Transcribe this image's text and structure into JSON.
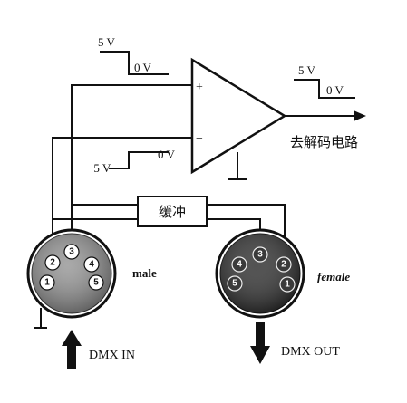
{
  "signals": {
    "top_left_high": "5 V",
    "top_left_low": "0 V",
    "bottom_left_high": "0 V",
    "bottom_left_low": "−5 V",
    "output_high": "5 V",
    "output_low": "0 V"
  },
  "opamp": {
    "plus": "+",
    "minus": "−"
  },
  "output_label": "去解码电路",
  "buffer_label": "缓冲",
  "male_connector": {
    "label": "male",
    "pins": [
      "1",
      "2",
      "3",
      "4",
      "5"
    ]
  },
  "female_connector": {
    "label": "female",
    "pins": [
      "1",
      "2",
      "3",
      "4",
      "5"
    ]
  },
  "arrows": {
    "in_label": "DMX IN",
    "out_label": "DMX OUT"
  }
}
